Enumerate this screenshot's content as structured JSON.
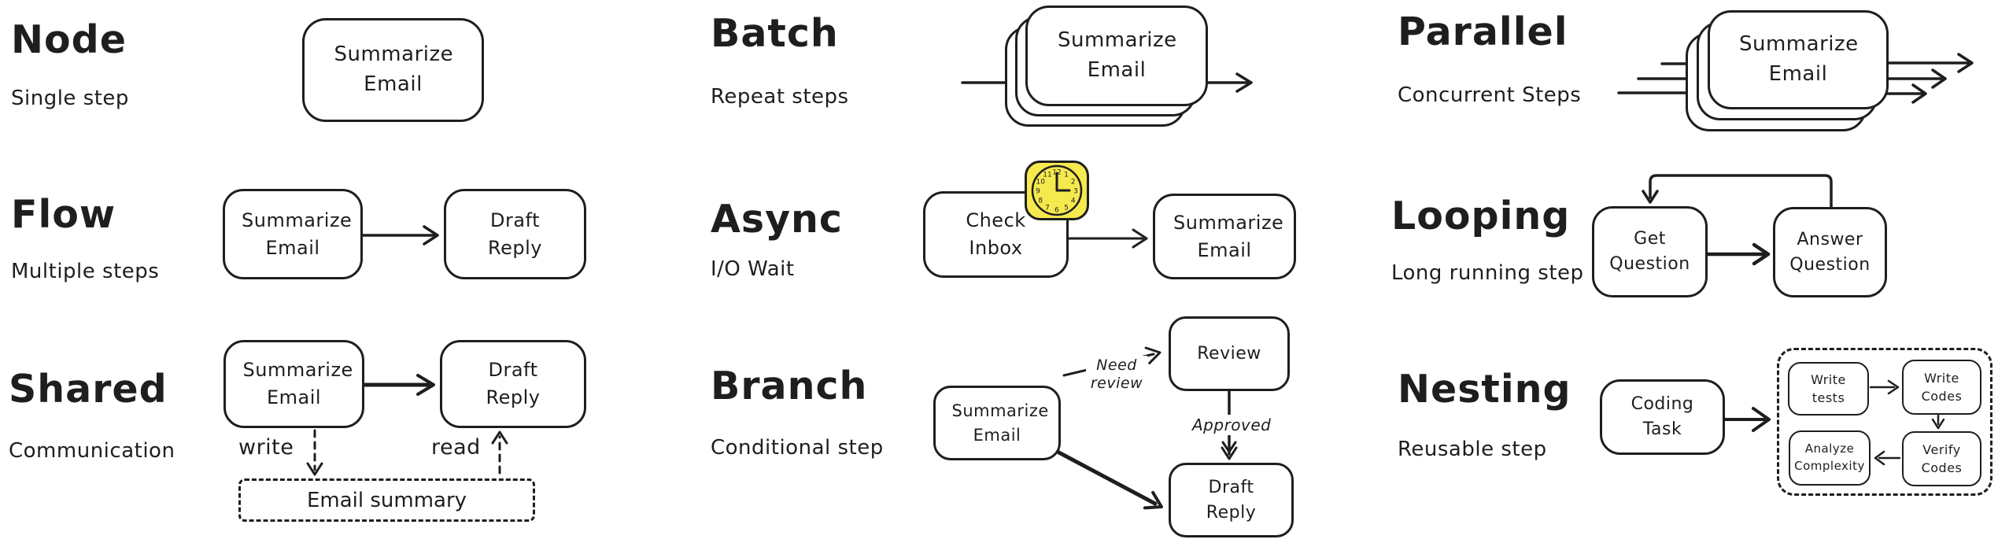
{
  "canvas": {
    "background": "#ffffff",
    "ink": "#1e1e1e",
    "clock_yellow": "#f5e94e"
  },
  "sections": [
    {
      "key": "node",
      "title": "Node",
      "subtitle": "Single step",
      "nodes": [
        "Summarize Email"
      ]
    },
    {
      "key": "batch",
      "title": "Batch",
      "subtitle": "Repeat steps",
      "nodes": [
        "Summarize Email"
      ]
    },
    {
      "key": "parallel",
      "title": "Parallel",
      "subtitle": "Concurrent Steps",
      "nodes": [
        "Summarize Email"
      ]
    },
    {
      "key": "flow",
      "title": "Flow",
      "subtitle": "Multiple steps",
      "nodes": [
        "Summarize Email",
        "Draft Reply"
      ]
    },
    {
      "key": "async",
      "title": "Async",
      "subtitle": "I/O Wait",
      "nodes": [
        "Check Inbox",
        "Summarize Email"
      ],
      "clock": {
        "numbers": [
          "12",
          "1",
          "2",
          "3",
          "4",
          "5",
          "6",
          "7",
          "8",
          "9",
          "10",
          "11"
        ]
      }
    },
    {
      "key": "looping",
      "title": "Looping",
      "subtitle": "Long running step",
      "nodes": [
        "Get Question",
        "Answer Question"
      ]
    },
    {
      "key": "shared",
      "title": "Shared",
      "subtitle": "Communication",
      "nodes": [
        "Summarize Email",
        "Draft Reply"
      ],
      "store": "Email summary",
      "labels": {
        "write": "write",
        "read": "read"
      }
    },
    {
      "key": "branch",
      "title": "Branch",
      "subtitle": "Conditional step",
      "nodes": [
        "Summarize Email",
        "Review",
        "Draft Reply"
      ],
      "labels": {
        "need_review": "Need review",
        "approved": "Approved"
      }
    },
    {
      "key": "nesting",
      "title": "Nesting",
      "subtitle": "Reusable step",
      "nodes": [
        "Coding Task",
        "Write tests",
        "Write Codes",
        "Verify Codes",
        "Analyze Complexity"
      ]
    }
  ]
}
